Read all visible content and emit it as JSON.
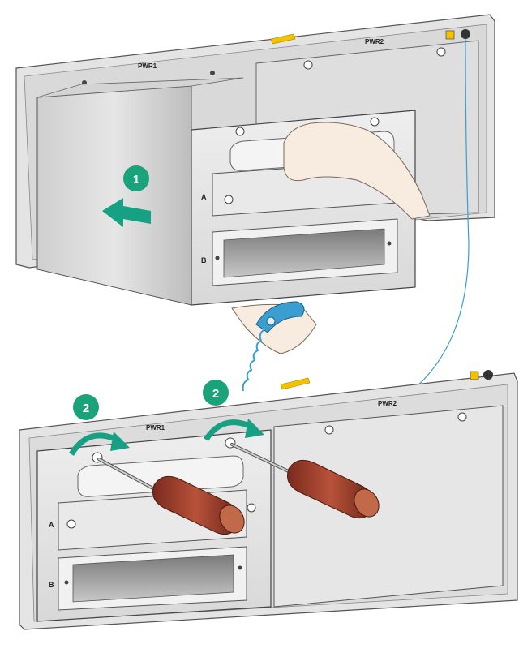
{
  "diagram": {
    "top_chassis": {
      "slot_left_label": "PWR1",
      "slot_right_label": "PWR2",
      "module_slot_a": "A",
      "module_slot_b": "B"
    },
    "bottom_chassis": {
      "slot_left_label": "PWR1",
      "slot_right_label": "PWR2",
      "module_slot_a": "A",
      "module_slot_b": "B"
    },
    "steps": [
      {
        "number": "1"
      },
      {
        "number": "2"
      },
      {
        "number": "2"
      }
    ],
    "colors": {
      "step_badge": "#1aa37a",
      "arrow": "#16a084",
      "esd_strap": "#3a9fd0",
      "screwdriver_handle": "#9a3a2a",
      "warning_label": "#f2c200"
    }
  }
}
